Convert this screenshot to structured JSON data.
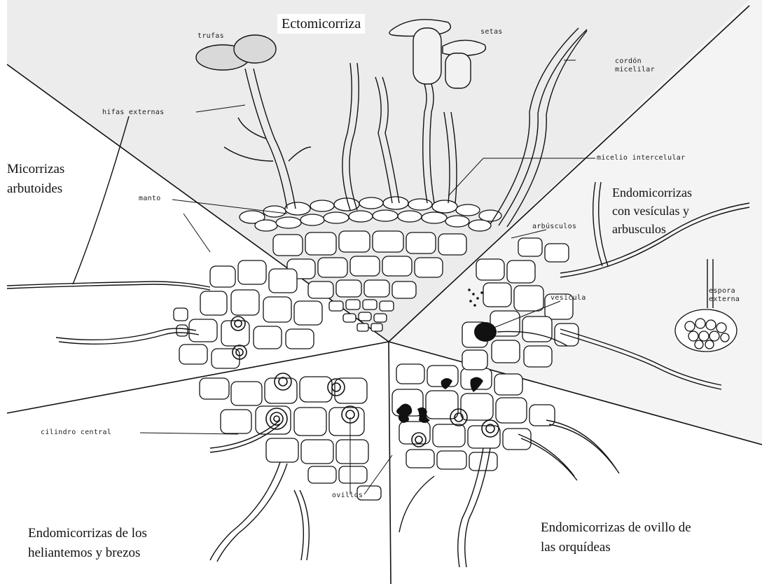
{
  "diagram": {
    "colors": {
      "ink": "#111111",
      "shade_top": "#e9e9e9",
      "shade_right": "#f1f1f1",
      "background": "#ffffff"
    },
    "regions": {
      "top": "Ectomicorriza",
      "left": "Micorrizas\narbutoides",
      "right": "Endomicorrizas\ncon vesículas y\narbusculos",
      "bottom_left": "Endomicorrizas de los\nheliantemos y brezos",
      "bottom_right": "Endomicorrizas de ovillo de\nlas orquídeas"
    },
    "labels": {
      "trufas": "trufas",
      "setas": "setas",
      "cordon": "cordón\nmicelilar",
      "hifas": "hifas externas",
      "micelio": "micelio intercelular",
      "manto": "manto",
      "arbusculos": "arbúsculos",
      "vesicula": "vesícula",
      "espora": "espora\nexterna",
      "cilindro": "cilindro central",
      "ovillos": "ovillos"
    }
  }
}
